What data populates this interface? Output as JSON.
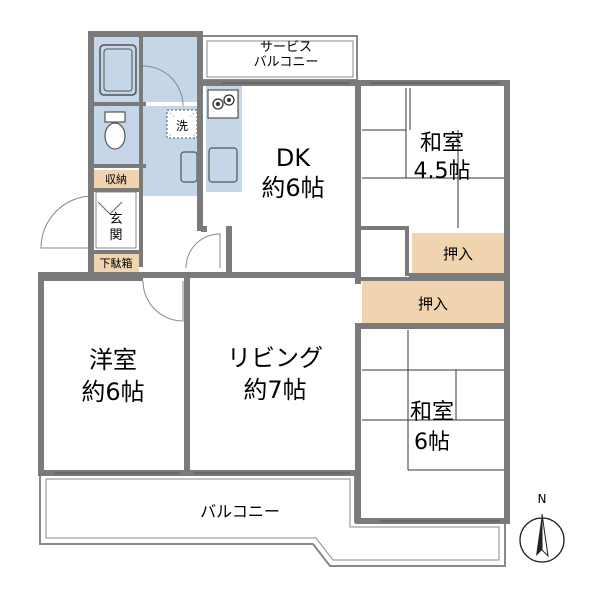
{
  "rooms": {
    "dk": {
      "name": "DK",
      "size": "約6帖"
    },
    "washitsu_small": {
      "name": "和室",
      "size": "4.5帖"
    },
    "yoshitsu": {
      "name": "洋室",
      "size": "約6帖"
    },
    "living": {
      "name": "リビング",
      "size": "約7帖"
    },
    "washitsu_large": {
      "name": "和室",
      "size": "6帖"
    }
  },
  "labels": {
    "service_balcony_line1": "サービス",
    "service_balcony_line2": "バルコニー",
    "balcony": "バルコニー",
    "oshiire_upper": "押入",
    "oshiire_lower": "押入",
    "shuno": "収納",
    "genkan_1": "玄",
    "genkan_2": "関",
    "getabako": "下駄箱",
    "sentaku": "洗",
    "north": "N"
  },
  "colors": {
    "wall": "#7a7a7a",
    "wet_area": "#c4d6e8",
    "storage": "#f0d4b0"
  }
}
